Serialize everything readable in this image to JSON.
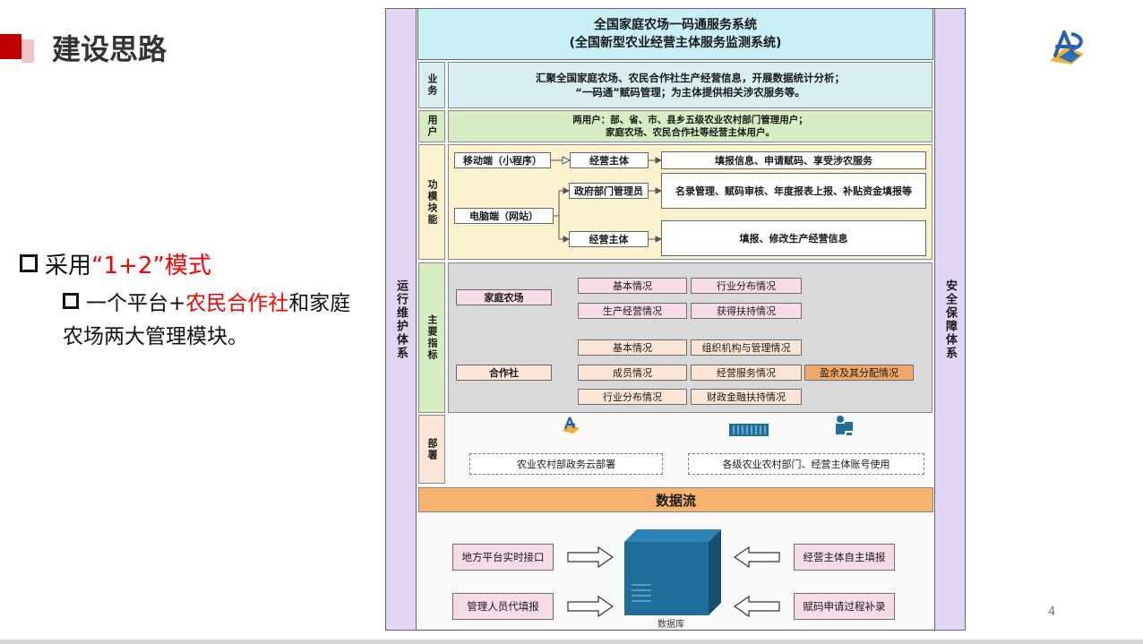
{
  "slide": {
    "title": "建设思路",
    "page_number": "4",
    "bullet1_prefix": "采用",
    "bullet1_highlight": "“1+2”模式",
    "bullet2_part1": "一个平台+",
    "bullet2_highlight": "农民合作社",
    "bullet2_part2": "和家庭农场两大管理模块。"
  },
  "diagram": {
    "title_line1": "全国家庭农场一码通服务系统",
    "title_line2": "(全国新型农业经营主体服务监测系统)",
    "left_sidebar": "运行维护体系",
    "right_sidebar": "安全保障体系",
    "business": {
      "label": "业务",
      "line1": "汇聚全国家庭农场、农民合作社生产经营信息，开展数据统计分析；",
      "line2": "“一码通”赋码管理；为主体提供相关涉农服务等。"
    },
    "users": {
      "label": "用户",
      "line1": "两用户：部、省、市、县乡五级农业农村部门管理用户；",
      "line2": "家庭农场、农民合作社等经营主体用户。"
    },
    "modules": {
      "label": "功模块能",
      "mobile": "移动端（小程序）",
      "mobile_target": "经营主体",
      "mobile_service": "填报信息、申请赋码、享受涉农服务",
      "pc": "电脑端（网站）",
      "gov_admin": "政府部门管理员",
      "gov_service": "名录管理、赋码审核、年度报表上报、补贴资金填报等",
      "pc_target": "经营主体",
      "pc_service": "填报、修改生产经营信息"
    },
    "indicators": {
      "label": "主要指标",
      "family_farm": "家庭农场",
      "ff_items": [
        "基本情况",
        "行业分布情况",
        "生产经营情况",
        "获得扶持情况"
      ],
      "coop": "合作社",
      "coop_items": [
        "基本情况",
        "组织机构与管理情况",
        "成员情况",
        "经营服务情况",
        "盈余及其分配情况",
        "行业分布情况",
        "财政金融扶持情况"
      ]
    },
    "deploy": {
      "label": "部署",
      "cloud": "农业农村部政务云部署",
      "accounts": "各级农业农村部门、经营主体账号使用"
    },
    "dataflow": {
      "title": "数据流",
      "local_api": "地方平台实时接口",
      "admin_fill": "管理人员代填报",
      "self_fill": "经营主体自主填报",
      "code_supplement": "赋码申请过程补录",
      "database": "数据库"
    }
  },
  "colors": {
    "accent_red": "#c00000",
    "sidebar_purple": "#e3d6f5",
    "title_cyan": "#c8eef6",
    "business_teal": "#d8eef0",
    "users_green": "#d6ecc3",
    "modules_yellow": "#fbf1cc",
    "indicators_gray": "#d9d9d9",
    "dataflow_orange": "#f8b36e",
    "db_blue": "#1f6e9a"
  }
}
